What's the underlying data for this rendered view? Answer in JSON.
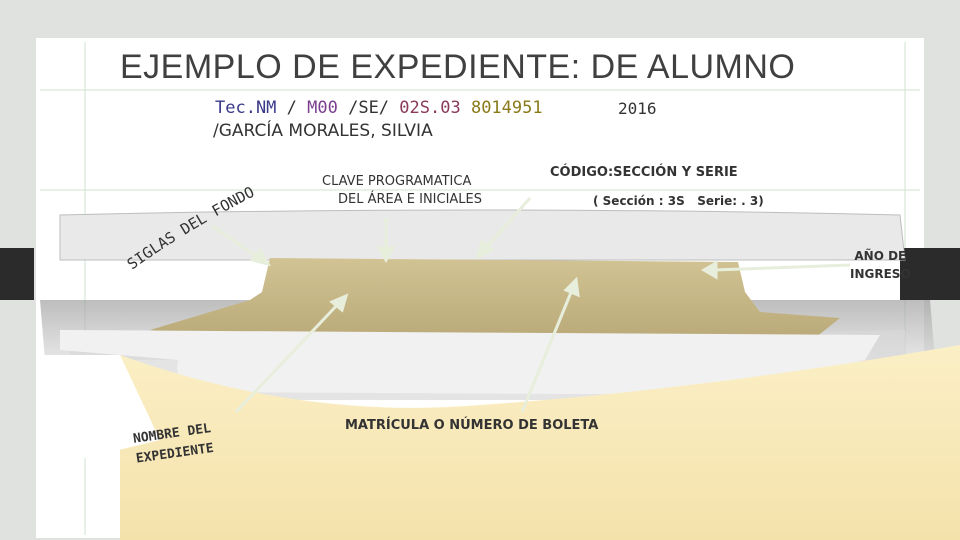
{
  "slide": {
    "title": "EJEMPLO DE EXPEDIENTE: DE ALUMNO",
    "reference": {
      "institution": "Tec.NM",
      "sep1": " / ",
      "code1": "M00",
      "sep2": " /SE/ ",
      "code2": "02S.03",
      "number": "8014951"
    },
    "year": "2016",
    "name_line": "/GARCÍA MORALES, SILVIA",
    "labels": {
      "siglas_fondo": "SIGLAS DEL FONDO",
      "clave_line1": "CLAVE PROGRAMATICA",
      "clave_line2": "DEL ÁREA E INICIALES",
      "codigo": "CÓDIGO:SECCIÓN Y SERIE",
      "seccion": "( Sección : 3S   Serie: . 3)",
      "anio_line1": "AÑO DE",
      "anio_line2": "INGRESO",
      "matricula": "MATRÍCULA O NÚMERO DE BOLETA",
      "nombre_line1": "NOMBRE DEL",
      "nombre_line2": "EXPEDIENTE"
    }
  },
  "colors": {
    "background": "#dfe2df",
    "panel": "#ffffff",
    "frame_line": "#b7d3b7",
    "folder_tab": "#c9b98b",
    "folder_body": "#f4e4b0",
    "arrow": "#e6ecd6",
    "text": "#333333",
    "code_purple": "#7a3f8f",
    "code_olive": "#8a7a1a"
  }
}
